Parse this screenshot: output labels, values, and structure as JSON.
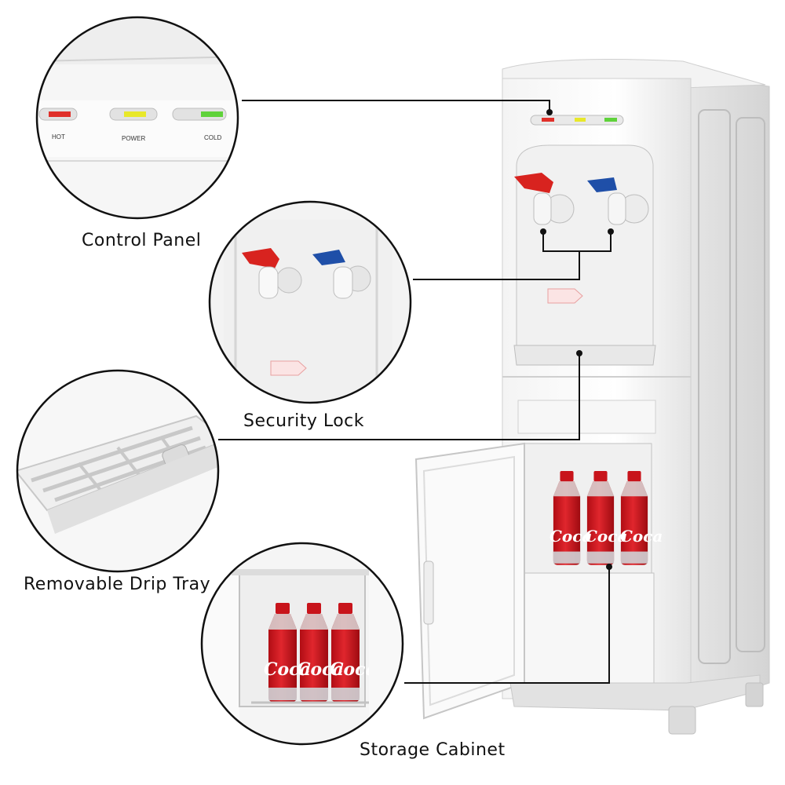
{
  "captions": {
    "control_panel": "Control Panel",
    "security_lock": "Security Lock",
    "drip_tray": "Removable Drip Tray",
    "storage_cabinet": "Storage Cabinet"
  },
  "panel_labels": {
    "hot": "HOT",
    "power": "POWER",
    "cold": "COLD"
  },
  "bottle_brand": "Coca-Cola",
  "colors": {
    "hot": "#e0302a",
    "power": "#e8e82a",
    "cold": "#5fd23a",
    "hot_tap": "#d8231f",
    "cold_tap": "#1f4fa8",
    "coke_red": "#d8141c",
    "outline": "#111111"
  }
}
